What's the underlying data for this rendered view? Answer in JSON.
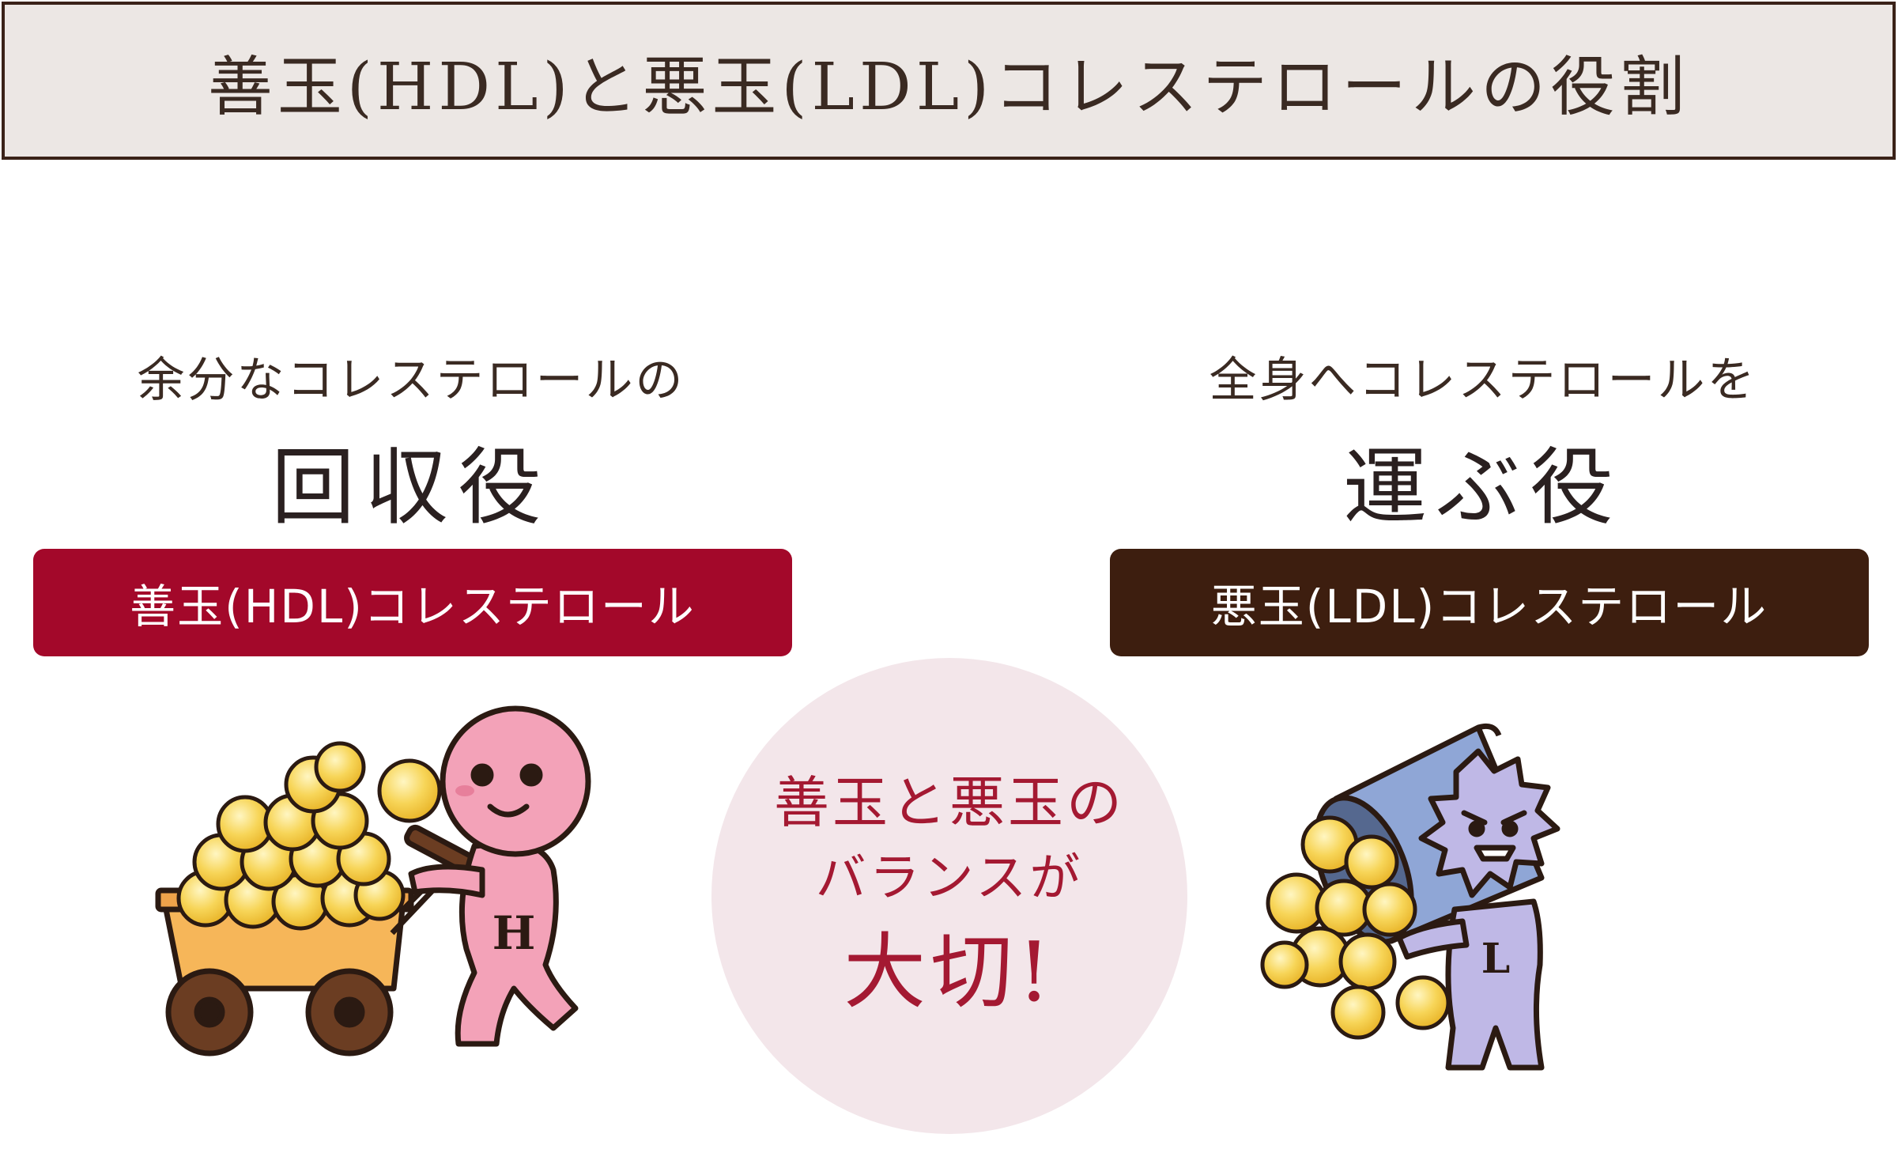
{
  "title": "善玉(HDL)と悪玉(LDL)コレステロールの役割",
  "left": {
    "caption": "余分なコレステロールの",
    "role": "回収役",
    "label": "善玉(HDL)コレステロール",
    "label_color": "#a3082a",
    "character_letter": "H"
  },
  "right": {
    "caption": "全身へコレステロールを",
    "role": "運ぶ役",
    "label": "悪玉(LDL)コレステロール",
    "label_color": "#3d1e0f",
    "character_letter": "L"
  },
  "center": {
    "line1": "善玉と悪玉の",
    "line2": "バランスが",
    "line3": "大切!",
    "text_color": "#a41932",
    "bg_color": "#f3e6ea"
  },
  "icons": [
    "hdl-character-icon",
    "cart-icon",
    "cholesterol-ball-icon",
    "ldl-character-icon",
    "bucket-icon"
  ]
}
